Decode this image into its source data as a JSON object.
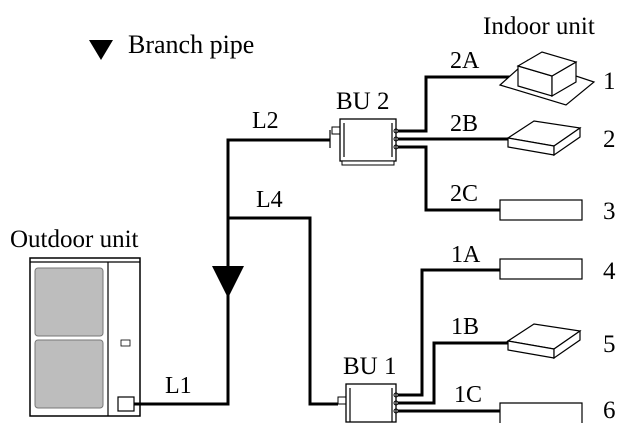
{
  "legend": {
    "branch_label": "Branch pipe",
    "marker": "triangle-down"
  },
  "header": {
    "indoor_title": "Indoor unit"
  },
  "outdoor": {
    "title": "Outdoor unit"
  },
  "branch_units": {
    "bu2": "BU 2",
    "bu1": "BU 1"
  },
  "pipes": {
    "l1": "L1",
    "l2": "L2",
    "l4": "L4",
    "p2a": "2A",
    "p2b": "2B",
    "p2c": "2C",
    "p1a": "1A",
    "p1b": "1B",
    "p1c": "1C"
  },
  "indoor_numbers": [
    "1",
    "2",
    "3",
    "4",
    "5",
    "6"
  ],
  "colors": {
    "line": "#000000",
    "unit_gray": "#bdbdbd",
    "background": "#ffffff"
  }
}
